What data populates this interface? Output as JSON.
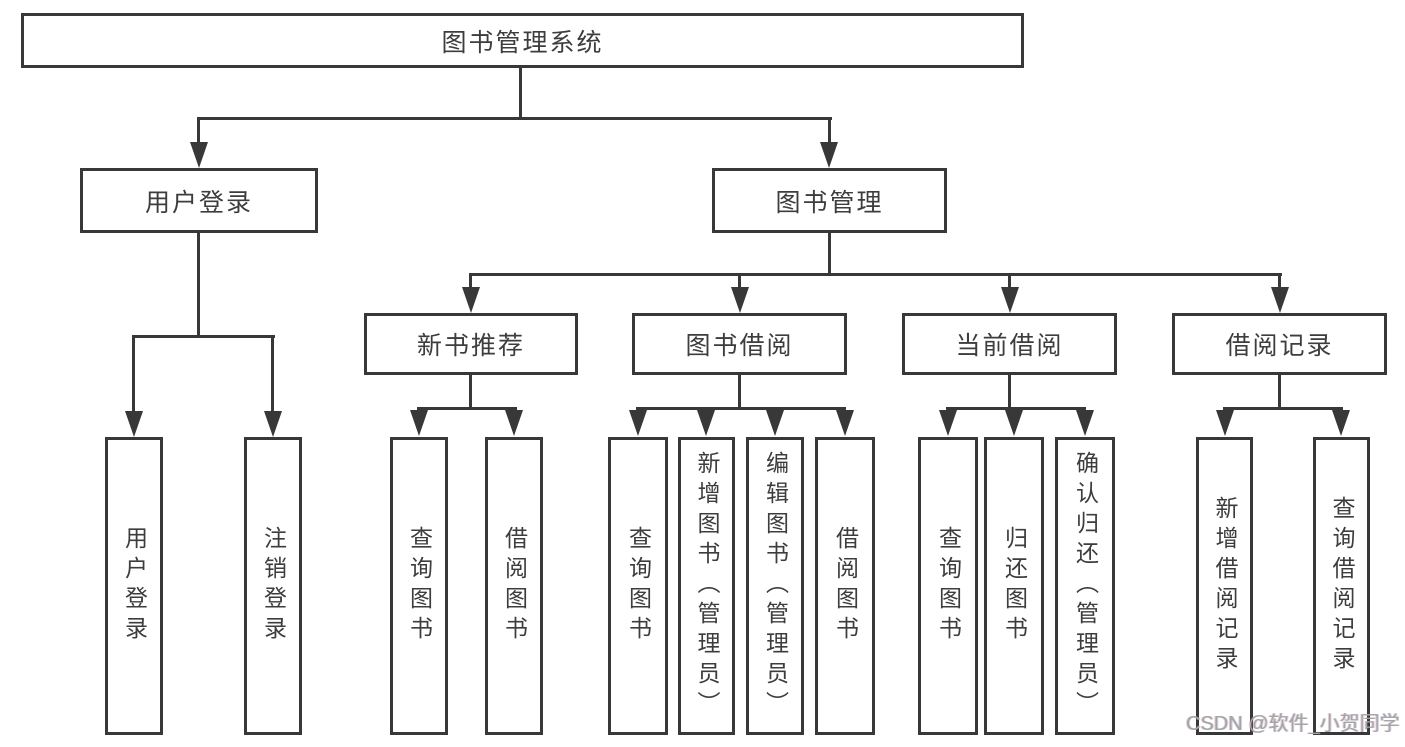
{
  "colors": {
    "background": "#ffffff",
    "line": "#383838",
    "text": "#3d3d3d",
    "watermark": "#a5a5a5"
  },
  "diagram": {
    "root": {
      "label": "图书管理系统",
      "children": [
        {
          "label": "用户登录",
          "children": [
            {
              "label": "用户登录"
            },
            {
              "label": "注销登录"
            }
          ]
        },
        {
          "label": "图书管理",
          "children": [
            {
              "label": "新书推荐",
              "children": [
                {
                  "label": "查询图书"
                },
                {
                  "label": "借阅图书"
                }
              ]
            },
            {
              "label": "图书借阅",
              "children": [
                {
                  "label": "查询图书"
                },
                {
                  "label": "新增图书（管理员）"
                },
                {
                  "label": "编辑图书（管理员）"
                },
                {
                  "label": "借阅图书"
                }
              ]
            },
            {
              "label": "当前借阅",
              "children": [
                {
                  "label": "查询图书"
                },
                {
                  "label": "归还图书"
                },
                {
                  "label": "确认归还（管理员）"
                }
              ]
            },
            {
              "label": "借阅记录",
              "children": [
                {
                  "label": "新增借阅记录"
                },
                {
                  "label": "查询借阅记录"
                }
              ]
            }
          ]
        }
      ]
    }
  },
  "watermark": {
    "text": "CSDN @软件_小贺同学"
  }
}
